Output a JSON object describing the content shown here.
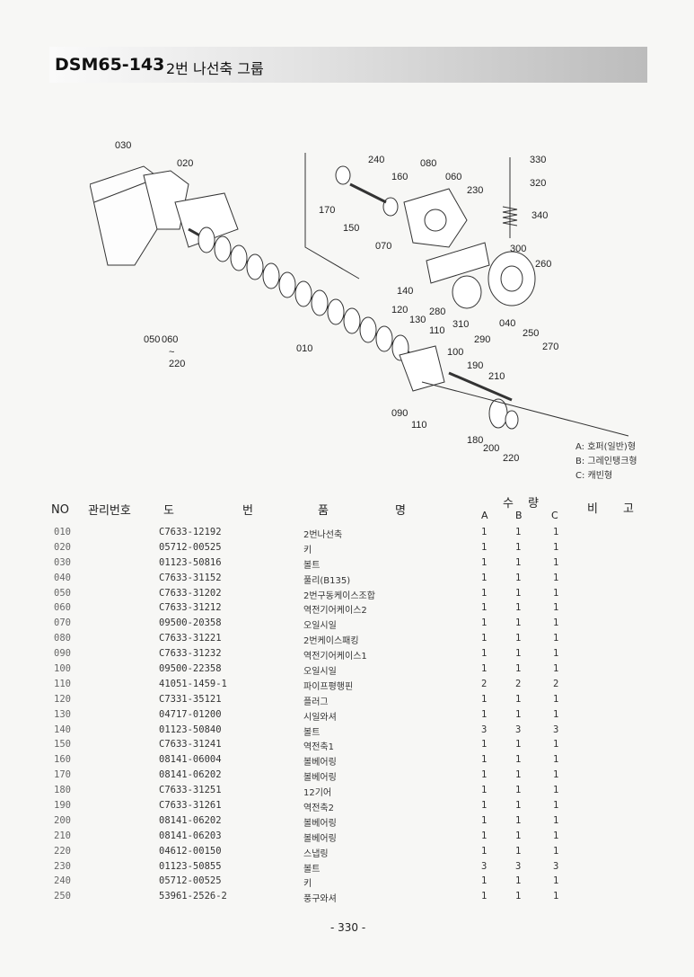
{
  "header": {
    "model_code": "DSM65-143",
    "group_title": "2번 나선축 그룹"
  },
  "diagram": {
    "labels": [
      "030",
      "020",
      "240",
      "080",
      "060",
      "160",
      "170",
      "150",
      "070",
      "230",
      "330",
      "320",
      "340",
      "300",
      "260",
      "140",
      "280",
      "310",
      "290",
      "040",
      "250",
      "270",
      "050",
      "060",
      "~",
      "220",
      "120",
      "130",
      "010",
      "110",
      "100",
      "190",
      "210",
      "090",
      "110",
      "180",
      "200",
      "220"
    ]
  },
  "legend": {
    "a": "A: 호퍼(일반)형",
    "b": "B: 그레인탱크형",
    "c": "C: 캐빈형"
  },
  "table": {
    "headers": {
      "no": "NO",
      "mgmt": "관리번호",
      "draw1": "도",
      "draw2": "번",
      "name1": "품",
      "name2": "명",
      "qty1": "수",
      "qty2": "량",
      "a": "A",
      "b": "B",
      "c": "C",
      "note1": "비",
      "note2": "고"
    },
    "rows": [
      {
        "no": "010",
        "part": "C7633-12192",
        "name": "2번나선축",
        "a": "1",
        "b": "1",
        "c": "1"
      },
      {
        "no": "020",
        "part": "05712-00525",
        "name": "키",
        "a": "1",
        "b": "1",
        "c": "1"
      },
      {
        "no": "030",
        "part": "01123-50816",
        "name": "볼트",
        "a": "1",
        "b": "1",
        "c": "1"
      },
      {
        "no": "040",
        "part": "C7633-31152",
        "name": "풀리(B135)",
        "a": "1",
        "b": "1",
        "c": "1"
      },
      {
        "no": "050",
        "part": "C7633-31202",
        "name": "2번구동케이스조합",
        "a": "1",
        "b": "1",
        "c": "1"
      },
      {
        "no": "060",
        "part": "C7633-31212",
        "name": "역전기어케이스2",
        "a": "1",
        "b": "1",
        "c": "1"
      },
      {
        "no": "070",
        "part": "09500-20358",
        "name": "오일시일",
        "a": "1",
        "b": "1",
        "c": "1"
      },
      {
        "no": "080",
        "part": "C7633-31221",
        "name": "2번케이스패킹",
        "a": "1",
        "b": "1",
        "c": "1"
      },
      {
        "no": "090",
        "part": "C7633-31232",
        "name": "역전기어케이스1",
        "a": "1",
        "b": "1",
        "c": "1"
      },
      {
        "no": "100",
        "part": "09500-22358",
        "name": "오일시일",
        "a": "1",
        "b": "1",
        "c": "1"
      },
      {
        "no": "110",
        "part": "41051-1459-1",
        "name": "파이프평행핀",
        "a": "2",
        "b": "2",
        "c": "2"
      },
      {
        "no": "120",
        "part": "C7331-35121",
        "name": "플러그",
        "a": "1",
        "b": "1",
        "c": "1"
      },
      {
        "no": "130",
        "part": "04717-01200",
        "name": "시일와셔",
        "a": "1",
        "b": "1",
        "c": "1"
      },
      {
        "no": "140",
        "part": "01123-50840",
        "name": "볼트",
        "a": "3",
        "b": "3",
        "c": "3"
      },
      {
        "no": "150",
        "part": "C7633-31241",
        "name": "역전축1",
        "a": "1",
        "b": "1",
        "c": "1"
      },
      {
        "no": "160",
        "part": "08141-06004",
        "name": "볼베어링",
        "a": "1",
        "b": "1",
        "c": "1"
      },
      {
        "no": "170",
        "part": "08141-06202",
        "name": "볼베어링",
        "a": "1",
        "b": "1",
        "c": "1"
      },
      {
        "no": "180",
        "part": "C7633-31251",
        "name": "12기어",
        "a": "1",
        "b": "1",
        "c": "1"
      },
      {
        "no": "190",
        "part": "C7633-31261",
        "name": "역전축2",
        "a": "1",
        "b": "1",
        "c": "1"
      },
      {
        "no": "200",
        "part": "08141-06202",
        "name": "볼베어링",
        "a": "1",
        "b": "1",
        "c": "1"
      },
      {
        "no": "210",
        "part": "08141-06203",
        "name": "볼베어링",
        "a": "1",
        "b": "1",
        "c": "1"
      },
      {
        "no": "220",
        "part": "04612-00150",
        "name": "스냅링",
        "a": "1",
        "b": "1",
        "c": "1"
      },
      {
        "no": "230",
        "part": "01123-50855",
        "name": "볼트",
        "a": "3",
        "b": "3",
        "c": "3"
      },
      {
        "no": "240",
        "part": "05712-00525",
        "name": "키",
        "a": "1",
        "b": "1",
        "c": "1"
      },
      {
        "no": "250",
        "part": "53961-2526-2",
        "name": "풍구와셔",
        "a": "1",
        "b": "1",
        "c": "1"
      }
    ]
  },
  "footer": {
    "page_number": "- 330 -"
  }
}
